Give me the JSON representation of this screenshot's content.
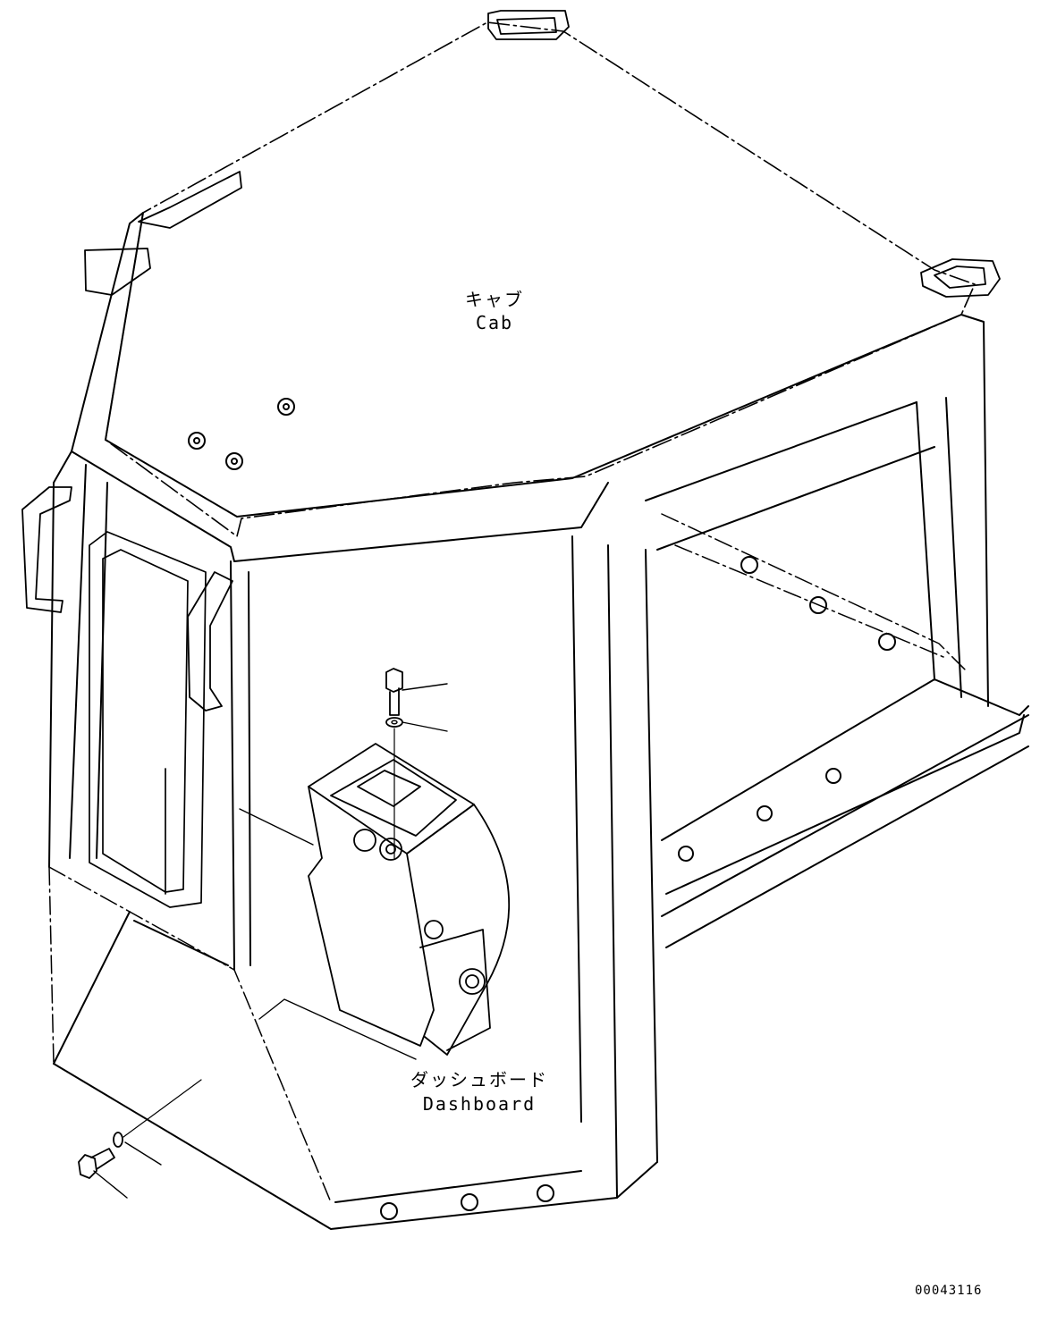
{
  "labels": {
    "cab_jp": "キャブ",
    "cab_en": "Cab",
    "dashboard_jp": "ダッシュボード",
    "dashboard_en": "Dashboard"
  },
  "figure_number": "00043116",
  "colors": {
    "line": "#000000",
    "background": "#ffffff"
  }
}
